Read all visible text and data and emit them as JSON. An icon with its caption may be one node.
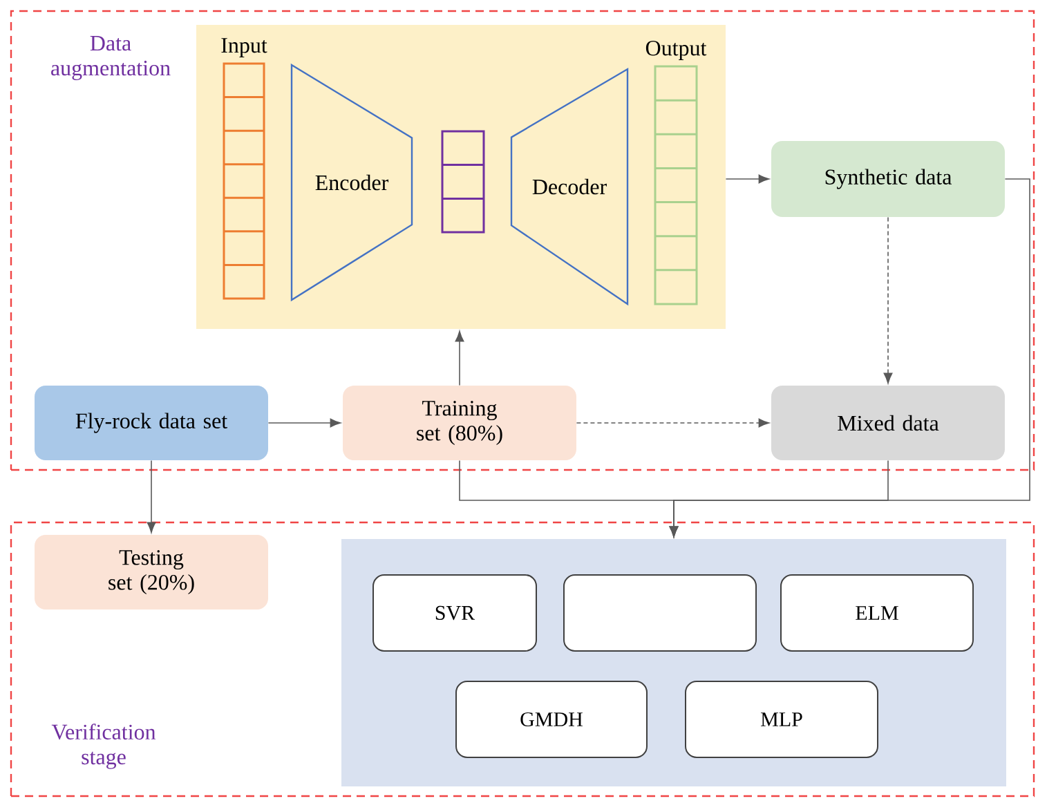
{
  "diagram": {
    "nodes": [
      {
        "text": [
          "Data augmentation"
        ]
      },
      {
        "text": [],
        "shape": "box",
        "in": 0
      },
      {
        "text": [
          "Input"
        ],
        "in": 1
      },
      {
        "text": [
          "Encoder"
        ],
        "in": 1
      },
      {
        "text": [],
        "shape": "box",
        "in": 1
      },
      {
        "text": [
          "Decoder"
        ],
        "in": 1
      },
      {
        "text": [
          "Output"
        ],
        "in": 1
      },
      {
        "text": [
          "Synthetic data"
        ],
        "in": 0
      },
      {
        "text": [
          "Fly-rock data set"
        ],
        "in": 0
      },
      {
        "text": [
          "Training set (80%)"
        ],
        "in": 0
      },
      {
        "text": [
          "Mixed data"
        ],
        "in": 0
      },
      {
        "text": [
          "Verification stage"
        ]
      },
      {
        "text": [
          "Testing set (20%)"
        ],
        "in": 11
      },
      {
        "text": [],
        "shape": "box",
        "in": 11
      },
      {
        "text": [
          "SVR"
        ],
        "in": 13
      },
      {
        "text": [],
        "shape": "box",
        "in": 13
      },
      {
        "text": [
          "ELM"
        ],
        "in": 13
      },
      {
        "text": [
          "GMDH"
        ],
        "in": 13
      },
      {
        "text": [
          "MLP"
        ],
        "in": 13
      }
    ],
    "edges": [
      {
        "from": 1,
        "to": 7,
        "arrow": "to"
      },
      {
        "from": 8,
        "to": 9,
        "arrow": "to"
      },
      {
        "from": 9,
        "to": 1,
        "arrow": "to"
      },
      {
        "from": 9,
        "to": 10,
        "arrow": "to",
        "style": "dashed"
      },
      {
        "from": 7,
        "to": 10,
        "arrow": "to",
        "style": "dashed"
      },
      {
        "from": 8,
        "to": 12,
        "arrow": "to"
      },
      {
        "from": 9,
        "to": 13,
        "arrow": "to"
      },
      {
        "from": 10,
        "to": 13,
        "arrow": "to"
      },
      {
        "from": 7,
        "to": 13,
        "arrow": "to"
      }
    ]
  }
}
